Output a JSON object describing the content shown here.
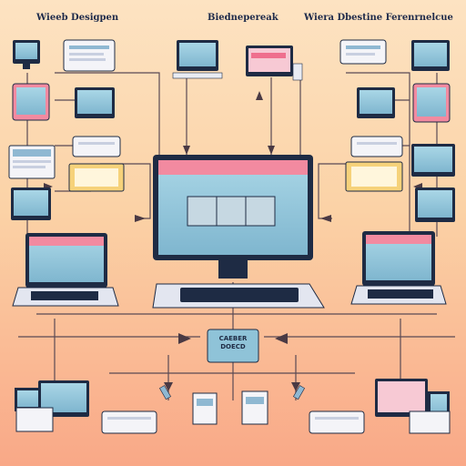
{
  "headings": {
    "left": "Wieeb Desigpen",
    "center": "Biednepereak",
    "right": "Wiera Dbestine Ferenrnelcue"
  },
  "hub": {
    "label_line1": "CAEBER",
    "label_line2": "DOECD"
  },
  "colors": {
    "background_top": "#fde3c2",
    "background_bottom": "#f9a887",
    "device_frame": "#1e2b44",
    "screen": "#8fc3d8",
    "accent_pink": "#ef6f8e",
    "accent_yellow": "#f6d27a",
    "line": "#5a4a54"
  }
}
